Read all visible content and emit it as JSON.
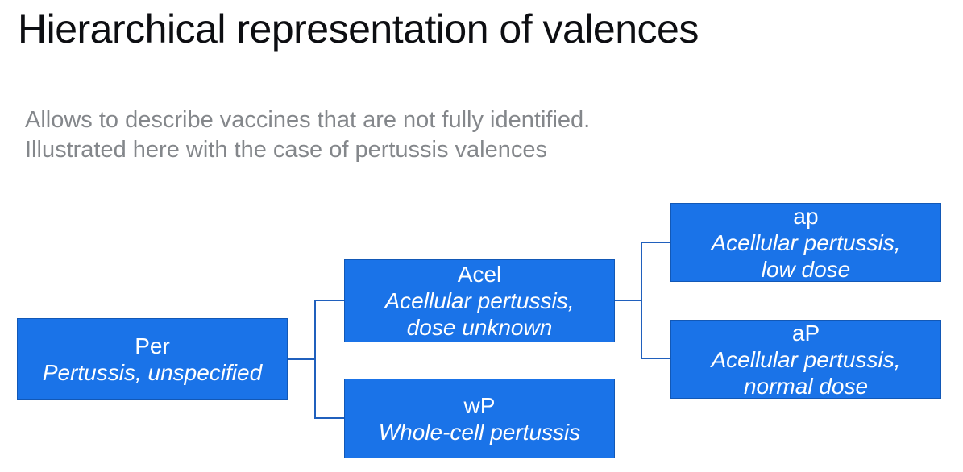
{
  "slide": {
    "title": "Hierarchical representation of valences",
    "subtitle_lines": [
      "Allows to describe vaccines that are not fully identified.",
      "Illustrated here with the case of pertussis valences"
    ]
  },
  "colors": {
    "box_fill": "#1a73e8",
    "box_border": "#1258b6",
    "box_text": "#ffffff",
    "connector": "#2060bd",
    "title_text": "#0d0e12",
    "subtitle_text": "#84878b"
  },
  "nodes": [
    {
      "code": "Per",
      "desc1": "Pertussis, unspecified"
    },
    {
      "code": "Acel",
      "desc1": "Acellular pertussis,",
      "desc2": "dose unknown"
    },
    {
      "code": "wP",
      "desc1": "Whole-cell pertussis"
    },
    {
      "code": "ap",
      "desc1": "Acellular pertussis,",
      "desc2": "low dose"
    },
    {
      "code": "aP",
      "desc1": "Acellular pertussis,",
      "desc2": "normal dose"
    }
  ]
}
